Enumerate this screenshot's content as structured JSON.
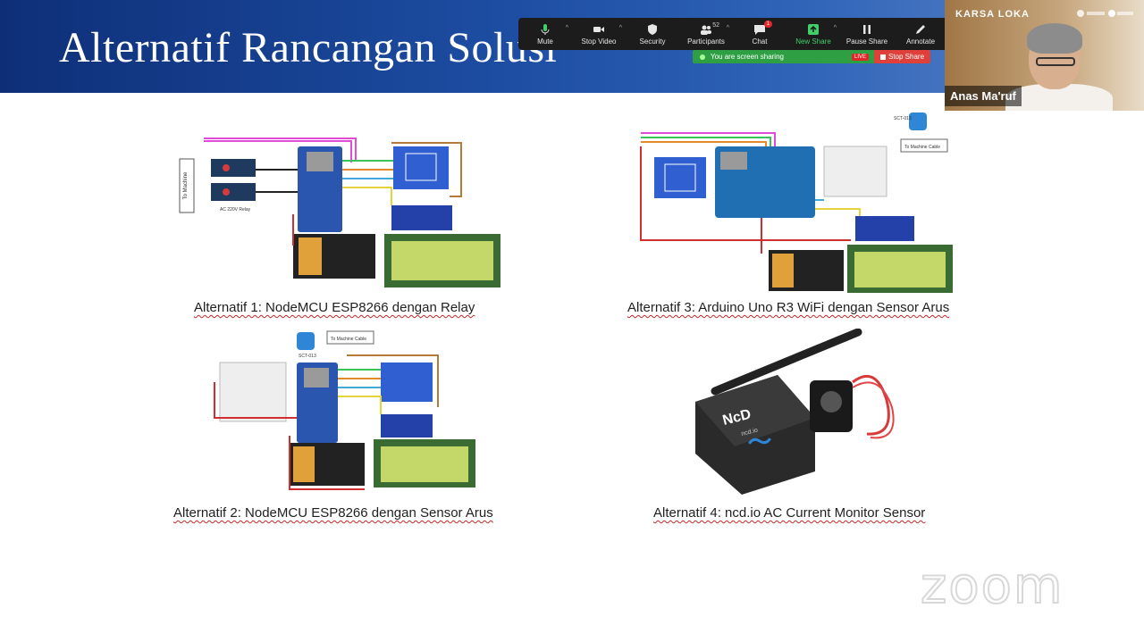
{
  "slide": {
    "title": "Alternatif Rancangan Solusi",
    "captions": {
      "alt1": "Alternatif 1: NodeMCU ESP8266 dengan Relay",
      "alt2": "Alternatif 2: NodeMCU ESP8266 dengan Sensor Arus",
      "alt3": "Alternatif 3: Arduino Uno R3 WiFi dengan Sensor Arus",
      "alt4": "Alternatif 4: ncd.io AC Current Monitor Sensor"
    },
    "diagram_labels": {
      "to_machine": "To Machine",
      "relay": "AC 220V Relay",
      "to_machine_cable": "To Machine Cable",
      "sct": "SCT-013",
      "device_brand": "NcD",
      "device_url": "ncd.io"
    }
  },
  "toolbar": {
    "mute": "Mute",
    "stop_video": "Stop Video",
    "security": "Security",
    "participants": "Participants",
    "participants_count": "52",
    "chat": "Chat",
    "chat_badge": "1",
    "new_share": "New Share",
    "pause_share": "Pause Share",
    "annotate": "Annotate"
  },
  "share_bar": {
    "status": "You are screen sharing",
    "live": "LIVE",
    "stop": "Stop Share"
  },
  "video": {
    "name": "Anas Ma'ruf",
    "logo": "KARSA LOKA"
  },
  "watermark": "zoom",
  "colors": {
    "header_blue": "#1d4ea3",
    "share_green": "#2ea043",
    "stop_red": "#e0403a"
  }
}
